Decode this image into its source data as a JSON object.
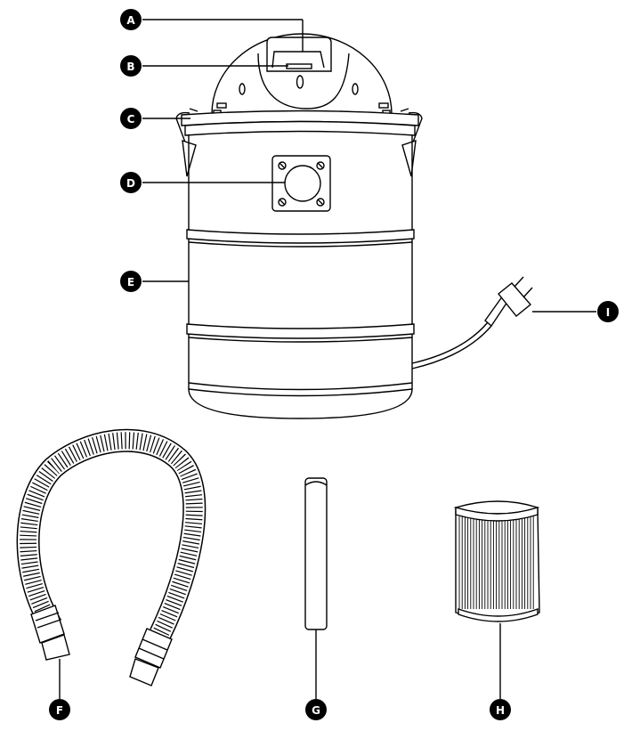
{
  "callouts": {
    "a": "A",
    "b": "B",
    "c": "C",
    "d": "D",
    "e": "E",
    "f": "F",
    "g": "G",
    "h": "H",
    "i": "I"
  },
  "colors": {
    "line": "#000000",
    "background": "#ffffff",
    "marker_fill": "#000000",
    "marker_text": "#ffffff"
  }
}
